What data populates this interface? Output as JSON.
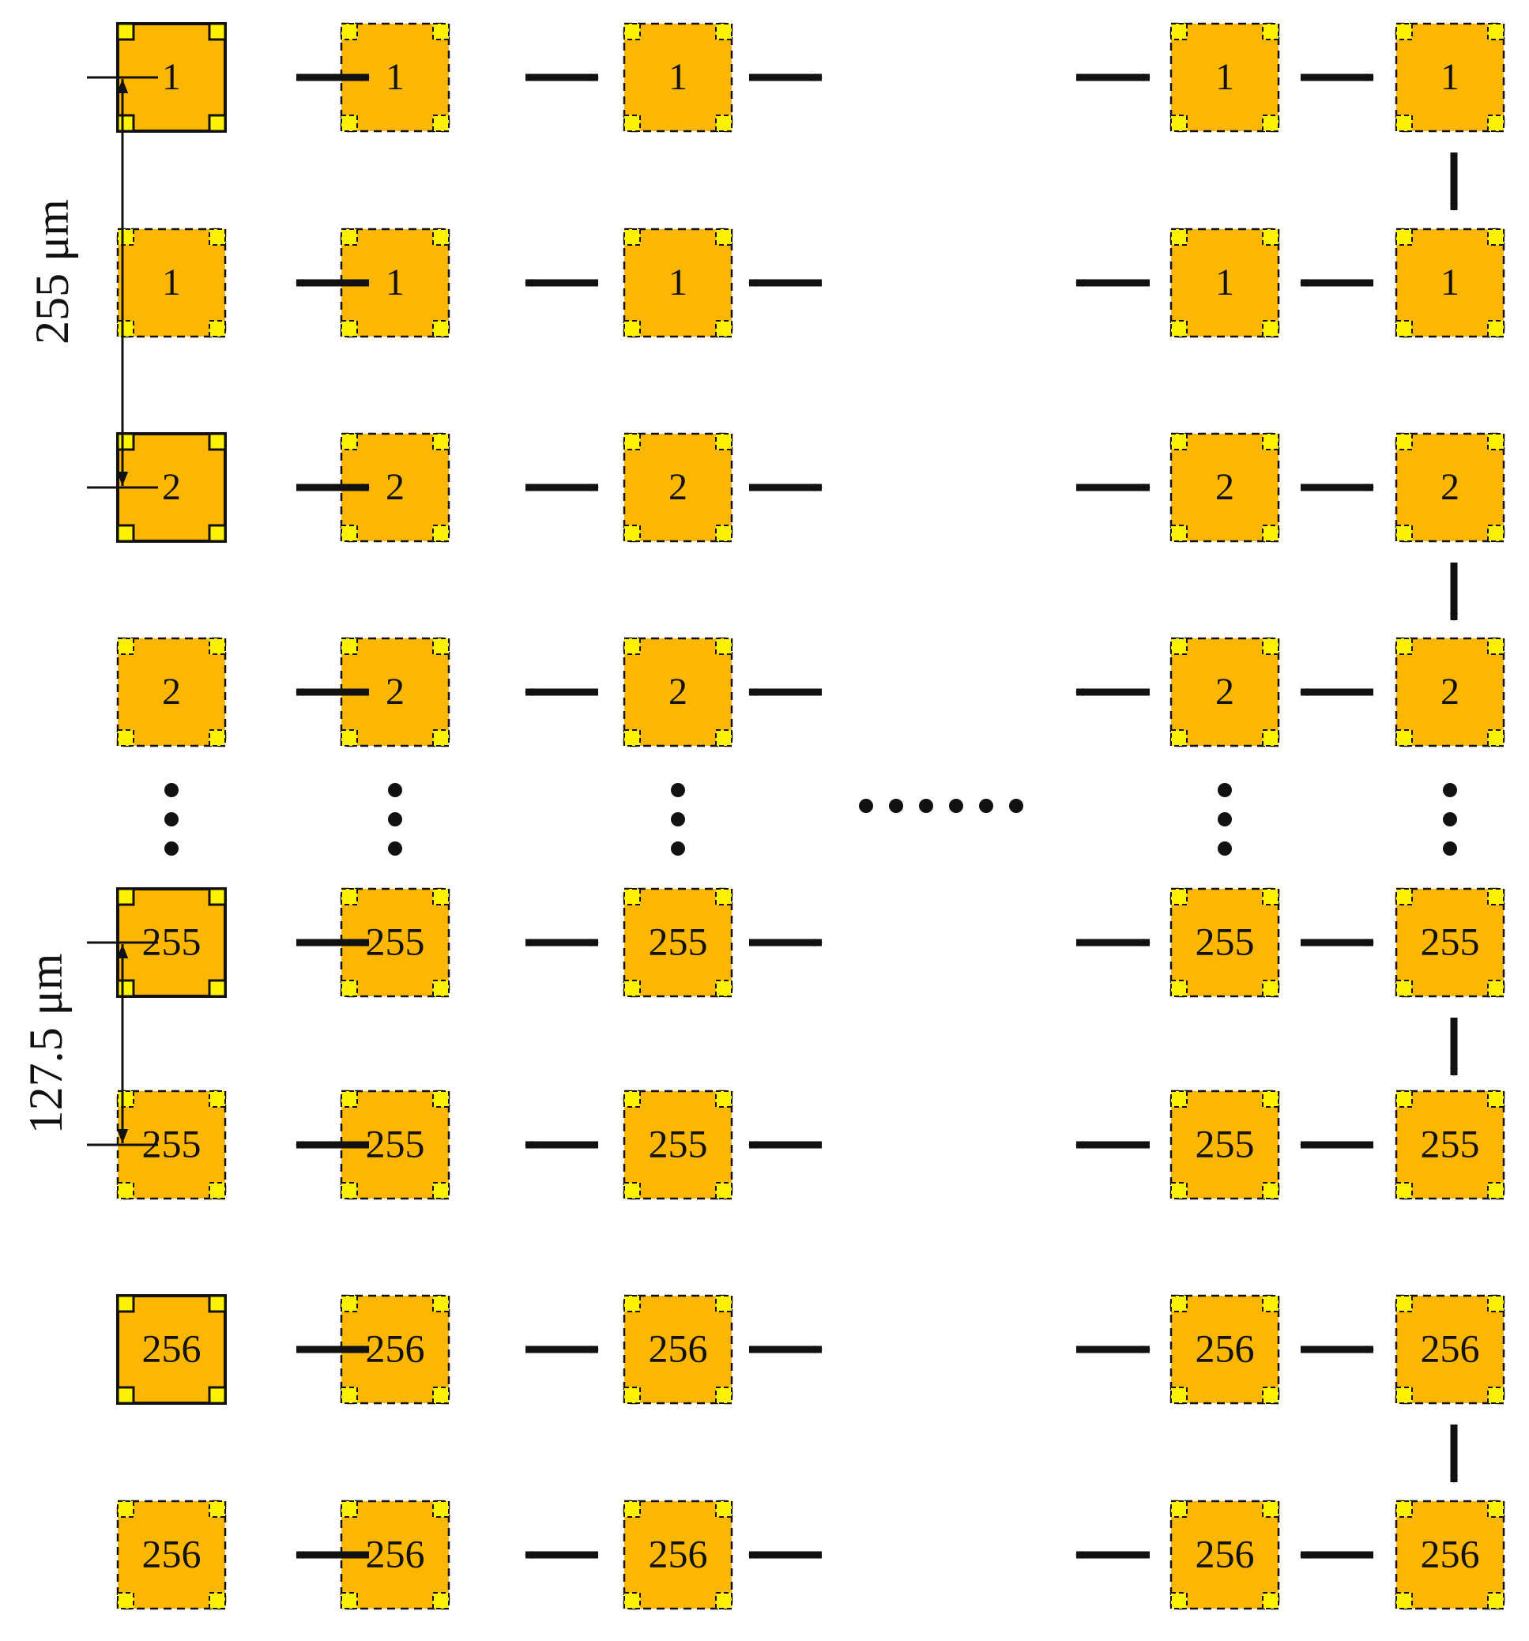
{
  "rows": [
    {
      "label": "1",
      "kind": "solid-first",
      "direction": "right"
    },
    {
      "label": "1",
      "kind": "dashed",
      "direction": "left"
    },
    {
      "label": "2",
      "kind": "solid-first",
      "direction": "right"
    },
    {
      "label": "2",
      "kind": "dashed",
      "direction": "left"
    },
    {
      "label": "255",
      "kind": "solid-first",
      "direction": "right"
    },
    {
      "label": "255",
      "kind": "dashed",
      "direction": "left"
    },
    {
      "label": "256",
      "kind": "solid-first",
      "direction": "right"
    },
    {
      "label": "256",
      "kind": "dashed",
      "direction": "left"
    }
  ],
  "dimensions": {
    "top": "255 μm",
    "bottom": "127.5 μm"
  },
  "colors": {
    "tile_fill": "#FDB700",
    "pad_fill": "#FFF200",
    "outline": "#111111",
    "arrow": "#111111"
  }
}
